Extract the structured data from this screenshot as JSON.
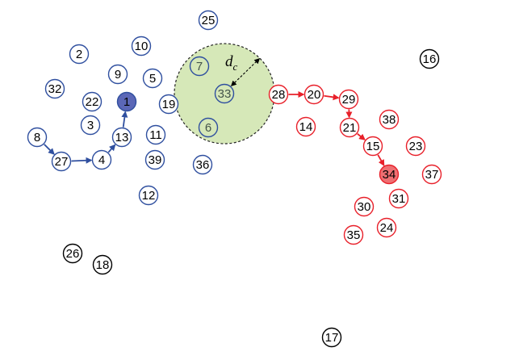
{
  "colors": {
    "blue": "#2F4F9F",
    "blue_fill": "#5B67B7",
    "red": "#E8202A",
    "red_fill": "#EE6F72",
    "black": "#000000",
    "zone_fill": "#D6E8B8",
    "zone_stroke": "#222222",
    "zone_label": "#44544A"
  },
  "zone": {
    "label_main": "d",
    "label_sub": "c"
  },
  "nodes": [
    {
      "id": "1",
      "group": "blue",
      "filled": true
    },
    {
      "id": "2",
      "group": "blue"
    },
    {
      "id": "3",
      "group": "blue"
    },
    {
      "id": "4",
      "group": "blue"
    },
    {
      "id": "5",
      "group": "blue"
    },
    {
      "id": "6",
      "group": "zone"
    },
    {
      "id": "7",
      "group": "zone"
    },
    {
      "id": "8",
      "group": "blue"
    },
    {
      "id": "9",
      "group": "blue"
    },
    {
      "id": "10",
      "group": "blue"
    },
    {
      "id": "11",
      "group": "blue"
    },
    {
      "id": "12",
      "group": "blue"
    },
    {
      "id": "13",
      "group": "blue"
    },
    {
      "id": "14",
      "group": "red"
    },
    {
      "id": "15",
      "group": "red"
    },
    {
      "id": "16",
      "group": "black"
    },
    {
      "id": "17",
      "group": "black"
    },
    {
      "id": "18",
      "group": "black"
    },
    {
      "id": "19",
      "group": "blue"
    },
    {
      "id": "20",
      "group": "red"
    },
    {
      "id": "21",
      "group": "red"
    },
    {
      "id": "22",
      "group": "blue"
    },
    {
      "id": "23",
      "group": "red"
    },
    {
      "id": "24",
      "group": "red"
    },
    {
      "id": "25",
      "group": "blue"
    },
    {
      "id": "26",
      "group": "black"
    },
    {
      "id": "27",
      "group": "blue"
    },
    {
      "id": "28",
      "group": "red"
    },
    {
      "id": "29",
      "group": "red"
    },
    {
      "id": "30",
      "group": "red"
    },
    {
      "id": "31",
      "group": "red"
    },
    {
      "id": "32",
      "group": "blue"
    },
    {
      "id": "33",
      "group": "zone"
    },
    {
      "id": "34",
      "group": "red",
      "filled": true
    },
    {
      "id": "35",
      "group": "red"
    },
    {
      "id": "36",
      "group": "blue"
    },
    {
      "id": "37",
      "group": "red"
    },
    {
      "id": "38",
      "group": "red"
    },
    {
      "id": "39",
      "group": "blue"
    }
  ],
  "arrows": [
    {
      "from": "8",
      "to": "27",
      "group": "blue"
    },
    {
      "from": "27",
      "to": "4",
      "group": "blue"
    },
    {
      "from": "4",
      "to": "13",
      "group": "blue"
    },
    {
      "from": "13",
      "to": "1",
      "group": "blue"
    },
    {
      "from": "28",
      "to": "20",
      "group": "red"
    },
    {
      "from": "20",
      "to": "29",
      "group": "red"
    },
    {
      "from": "29",
      "to": "21",
      "group": "red"
    },
    {
      "from": "21",
      "to": "15",
      "group": "red"
    },
    {
      "from": "15",
      "to": "34",
      "group": "red"
    }
  ]
}
